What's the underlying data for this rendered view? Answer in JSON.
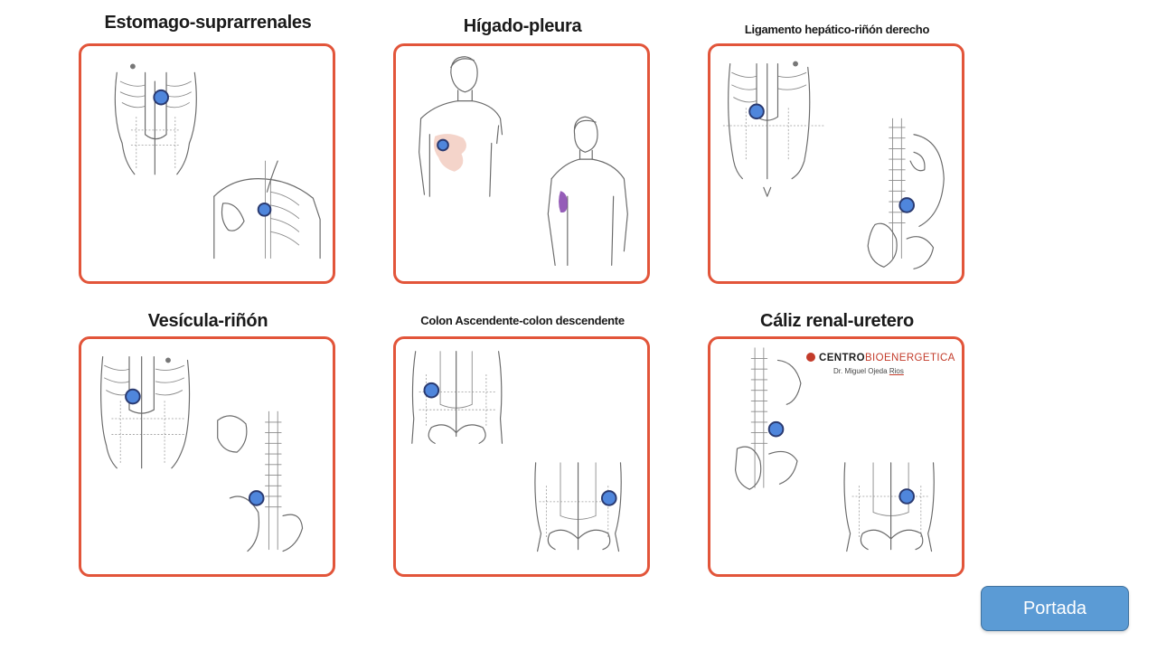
{
  "cells": [
    {
      "title": "Estomago-suprarrenales"
    },
    {
      "title": "Hígado-pleura"
    },
    {
      "title": "Ligamento hepático-riñón derecho"
    },
    {
      "title": "Vesícula-riñón"
    },
    {
      "title": "Colon Ascendente-colon descendente"
    },
    {
      "title": "Cáliz renal-uretero"
    }
  ],
  "watermark": {
    "brand": "CENTRO",
    "brand_rest": "BIOENERGETICA",
    "author_prefix": "Dr. Miguel Ojeda",
    "author_suffix": "Rios"
  },
  "nav": {
    "portada_label": "Portada"
  },
  "colors": {
    "panel_border": "#e2553a",
    "marker": "#4f86dc",
    "button": "#5b9bd5"
  }
}
